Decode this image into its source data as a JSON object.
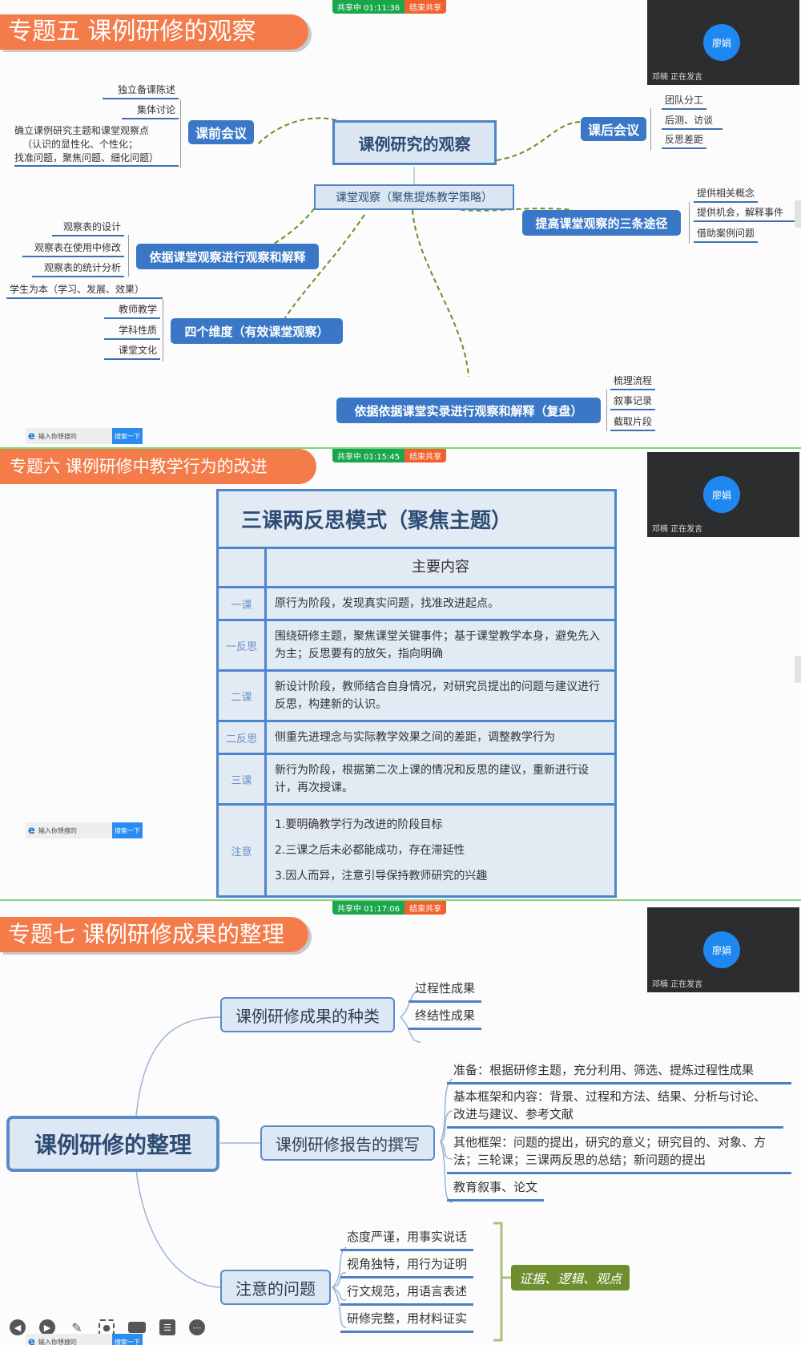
{
  "panels": [
    {
      "topic_title": "专题五  课例研修的观察",
      "share": {
        "status": "共享中 01:11:36",
        "stop_label": "结束共享"
      },
      "video": {
        "avatar_name": "廖娟",
        "speaker_status": "邓楠 正在发言"
      },
      "search": {
        "placeholder": "输入你想搜的",
        "button": "搜索一下"
      },
      "mindmap": {
        "center": "课例研究的观察",
        "sub_center": "课堂观察（聚焦提炼教学策略）",
        "pre_meeting": {
          "label": "课前会议",
          "items": [
            "独立备课陈述",
            "集体讨论",
            "确立课例研究主题和课堂观察点",
            "（认识的显性化、个性化；",
            "找准问题，聚焦问题、细化问题）"
          ]
        },
        "post_meeting": {
          "label": "课后会议",
          "items": [
            "团队分工",
            "后测、访谈",
            "反思差距"
          ]
        },
        "three_paths": {
          "label": "提高课堂观察的三条途径",
          "items": [
            "提供相关概念",
            "提供机会，解释事件",
            "借助案例问题"
          ]
        },
        "observe_interpret": {
          "label": "依据课堂观察进行观察和解释",
          "items": [
            "观察表的设计",
            "观察表在使用中修改",
            "观察表的统计分析"
          ]
        },
        "four_dims": {
          "label": "四个维度（有效课堂观察）",
          "items": [
            "学生为本（学习、发展、效果）",
            "教师教学",
            "学科性质",
            "课堂文化"
          ]
        },
        "replay": {
          "label": "依据依据课堂实录进行观察和解释（复盘）",
          "items": [
            "梳理流程",
            "叙事记录",
            "截取片段"
          ]
        }
      }
    },
    {
      "topic_title": "专题六  课例研修中教学行为的改进",
      "share": {
        "status": "共享中 01:15:45",
        "stop_label": "结束共享"
      },
      "video": {
        "avatar_name": "廖娟",
        "speaker_status": "邓楠 正在发言"
      },
      "search": {
        "placeholder": "输入你想搜的",
        "button": "搜索一下"
      },
      "table": {
        "title": "三课两反思模式（聚焦主题）",
        "header": "主要内容",
        "rows": [
          {
            "stage": "一课",
            "content": "原行为阶段，发现真实问题，找准改进起点。"
          },
          {
            "stage": "一反思",
            "content": "围绕研修主题，聚焦课堂关键事件；基于课堂教学本身，避免先入为主；反思要有的放矢，指向明确"
          },
          {
            "stage": "二课",
            "content": "新设计阶段，教师结合自身情况，对研究员提出的问题与建议进行反思，构建新的认识。"
          },
          {
            "stage": "二反思",
            "content": "侧重先进理念与实际教学效果之间的差距，调整教学行为"
          },
          {
            "stage": "三课",
            "content": "新行为阶段，根据第二次上课的情况和反思的建议，重新进行设计，再次授课。"
          },
          {
            "stage": "注意",
            "content_lines": [
              "1.要明确教学行为改进的阶段目标",
              "2.三课之后未必都能成功，存在滞延性",
              "3.因人而异，注意引导保持教师研究的兴趣"
            ]
          }
        ]
      }
    },
    {
      "topic_title": "专题七  课例研修成果的整理",
      "share": {
        "status": "共享中 01:17:06",
        "stop_label": "结束共享"
      },
      "video": {
        "avatar_name": "廖娟",
        "speaker_status": "邓楠 正在发言"
      },
      "search": {
        "placeholder": "输入你想搜的",
        "button": "搜索一下"
      },
      "mindmap": {
        "center": "课例研修的整理",
        "types": {
          "label": "课例研修成果的种类",
          "items": [
            "过程性成果",
            "终结性成果"
          ]
        },
        "report": {
          "label": "课例研修报告的撰写",
          "items": [
            "准备：根据研修主题，充分利用、筛选、提炼过程性成果",
            "基本框架和内容：背景、过程和方法、结果、分析与讨论、改进与建议、参考文献",
            "其他框架：问题的提出，研究的意义；研究目的、对象、方法；三轮课；三课两反思的总结；新问题的提出",
            "教育叙事、论文"
          ]
        },
        "issues": {
          "label": "注意的问题",
          "items": [
            "态度严谨，用事实说话",
            "视角独特，用行为证明",
            "行文规范，用语言表述",
            "研修完整，用材料证实"
          ],
          "summary": "证据、逻辑、观点"
        }
      },
      "toolbar": [
        "prev-icon",
        "play-icon",
        "pen-icon",
        "screenshot-icon",
        "camera-icon",
        "chat-icon",
        "more-icon"
      ]
    }
  ],
  "colors": {
    "banner": "#f47c4a",
    "node_blue": "#3a78c7",
    "share_green": "#1aa64a",
    "share_red": "#f2602d",
    "summary_green": "#6f8e2e"
  }
}
